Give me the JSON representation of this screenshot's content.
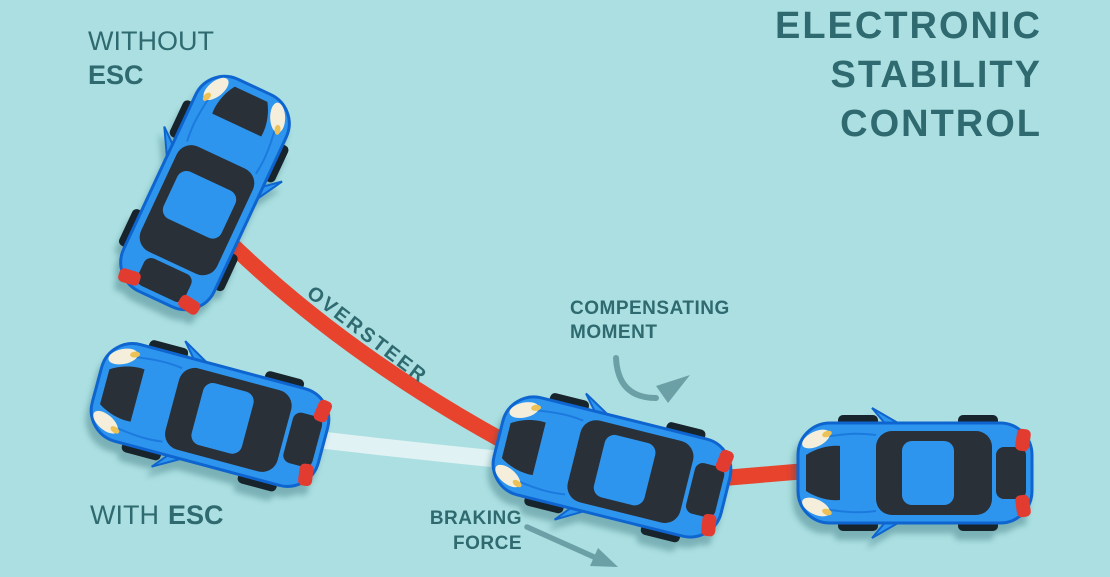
{
  "title": {
    "line1": "ELECTRONIC",
    "line2": "STABILITY",
    "line3": "CONTROL"
  },
  "scenario_labels": {
    "without": {
      "line1": "WITHOUT",
      "line2": "ESC"
    },
    "with": {
      "word": "WITH",
      "bold": "ESC"
    }
  },
  "annotations": {
    "oversteer": "OVERSTEER",
    "compensating": {
      "line1": "COMPENSATING",
      "line2": "MOMENT"
    },
    "braking": {
      "line1": "BRAKING",
      "line2": "FORCE"
    }
  },
  "icons": {
    "car_top_view": "car-top-view-icon",
    "curved_arrow": "compensating-moment-arrow-icon",
    "straight_arrow": "braking-force-arrow-icon",
    "red_path": "oversteer-path-line",
    "white_path": "esc-corrected-path-line"
  },
  "colors": {
    "background": "#abdfe1",
    "ink": "#2e6a70",
    "path_red": "#e8432d",
    "path_white": "#e0f2f3",
    "arrow": "#6ba0a7",
    "car_blue": "#2e95ef",
    "car_outline": "#0f65cf",
    "car_dark": "#2a3037",
    "wheel": "#17242c",
    "headlight": "#f4eeda",
    "amber": "#ecc257",
    "taillight": "#e23b30"
  }
}
